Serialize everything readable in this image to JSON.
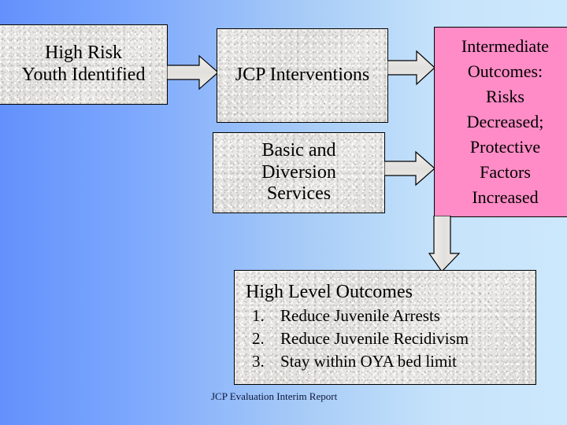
{
  "slide": {
    "background": {
      "gradient_from": "#6391fc",
      "gradient_to": "#cde8fc",
      "direction": "left-to-right"
    },
    "footer_caption": "JCP Evaluation Interim Report"
  },
  "boxes": {
    "high_risk_youth": {
      "lines": [
        "High Risk",
        "Youth Identified"
      ],
      "fill": "#e8e6e3",
      "border": "#000000"
    },
    "jcp_interventions": {
      "lines": [
        "JCP Interventions"
      ],
      "fill": "#e8e6e3",
      "border": "#000000"
    },
    "basic_diversion": {
      "lines": [
        "Basic and",
        "Diversion",
        "Services"
      ],
      "fill": "#e8e6e3",
      "border": "#000000"
    },
    "intermediate_outcomes": {
      "lines": [
        "Intermediate",
        "Outcomes:",
        "Risks",
        "Decreased;",
        "Protective",
        "Factors",
        "Increased"
      ],
      "fill": "#ff8cc6",
      "border": "#000000"
    },
    "high_level_outcomes": {
      "title": "High Level Outcomes",
      "items": [
        "Reduce Juvenile Arrests",
        "Reduce Juvenile Recidivism",
        "Stay within OYA bed limit"
      ],
      "fill": "#e8e6e3",
      "border": "#000000"
    }
  },
  "arrows": [
    {
      "name": "youth-to-jcp",
      "direction": "right"
    },
    {
      "name": "jcp-to-outcomes",
      "direction": "right"
    },
    {
      "name": "basic-to-outcomes",
      "direction": "right"
    },
    {
      "name": "outcomes-to-high-level",
      "direction": "down"
    }
  ]
}
